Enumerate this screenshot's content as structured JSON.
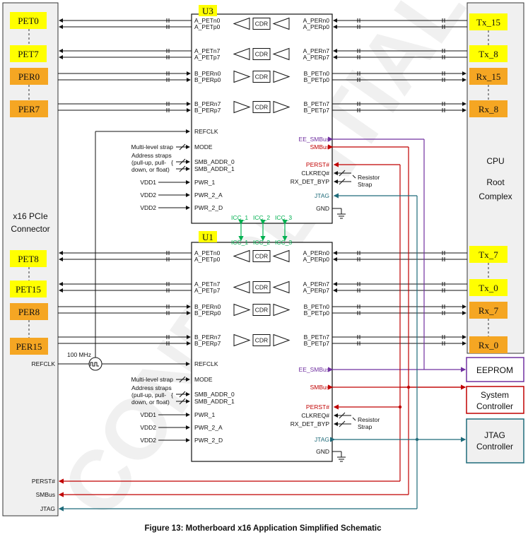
{
  "caption": "Figure 13: Motherboard x16 Application Simplified Schematic",
  "watermark": "CONFIDENTIAL",
  "colors": {
    "yellow": "#ffff00",
    "orange": "#f5a623",
    "purple": "#7030a0",
    "red": "#c00000",
    "teal": "#1f6b7a",
    "green": "#00b050",
    "gray_panel": "#f0f0f0"
  },
  "left_connector": {
    "title_line1": "x16 PCIe",
    "title_line2": "Connector",
    "top_labels": [
      "PET0",
      "PET7",
      "PER0",
      "PER7"
    ],
    "bottom_labels": [
      "PET8",
      "PET15",
      "PER8",
      "PER15"
    ],
    "refclk": "REFCLK",
    "perst": "PERST#",
    "smbus": "SMBus",
    "jtag": "JTAG"
  },
  "cpu": {
    "line1": "CPU",
    "line2": "Root",
    "line3": "Complex",
    "top_labels": [
      "Tx_15",
      "Tx_8",
      "Rx_15",
      "Rx_8"
    ],
    "bottom_labels": [
      "Tx_7",
      "Tx_0",
      "Rx_7",
      "Rx_0"
    ]
  },
  "clock": {
    "freq": "100 MHz"
  },
  "chips": [
    {
      "name": "U3",
      "a_left": [
        "A_PETn0",
        "A_PETp0",
        "A_PETn7",
        "A_PETp7"
      ],
      "a_right": [
        "A_PERn0",
        "A_PERp0",
        "A_PERn7",
        "A_PERp7"
      ],
      "b_left": [
        "B_PERn0",
        "B_PERp0",
        "B_PERn7",
        "B_PERp7"
      ],
      "b_right": [
        "B_PETn0",
        "B_PETp0",
        "B_PETn7",
        "B_PETp7"
      ],
      "cdr": "CDR",
      "pins_left": [
        "REFCLK",
        "MODE",
        "SMB_ADDR_0",
        "SMB_ADDR_1",
        "PWR_1",
        "PWR_2_A",
        "PWR_2_D"
      ],
      "pins_right": [
        "EE_SMBus",
        "SMBus",
        "PERST#",
        "CLKREQ#",
        "RX_DET_BYP",
        "JTAG",
        "GND"
      ]
    },
    {
      "name": "U1",
      "a_left": [
        "A_PETn0",
        "A_PETp0",
        "A_PETn7",
        "A_PETp7"
      ],
      "a_right": [
        "A_PERn0",
        "A_PERp0",
        "A_PERn7",
        "A_PERp7"
      ],
      "b_left": [
        "B_PERn0",
        "B_PERp0",
        "B_PERn7",
        "B_PERp7"
      ],
      "b_right": [
        "B_PETn0",
        "B_PETp0",
        "B_PETn7",
        "B_PETp7"
      ],
      "cdr": "CDR",
      "pins_left": [
        "REFCLK",
        "MODE",
        "SMB_ADDR_0",
        "SMB_ADDR_1",
        "PWR_1",
        "PWR_2_A",
        "PWR_2_D"
      ],
      "pins_right": [
        "EE_SMBus",
        "SMBus",
        "PERST#",
        "CLKREQ#",
        "RX_DET_BYP",
        "JTAG",
        "GND"
      ]
    }
  ],
  "side_notes": {
    "multi_level_strap": "Multi-level strap",
    "address_straps": [
      "Address straps",
      "(pull-up, pull-",
      "down, or float)"
    ],
    "vdd": [
      "VDD1",
      "VDD2",
      "VDD2"
    ],
    "resistor_strap": [
      "Resistor",
      "Strap"
    ]
  },
  "icc": {
    "top": [
      "ICC_1",
      "ICC_2",
      "ICC_3"
    ],
    "bottom": [
      "ICC_1",
      "ICC_2",
      "ICC_3"
    ]
  },
  "peripherals": {
    "eeprom": "EEPROM",
    "system_controller": [
      "System",
      "Controller"
    ],
    "jtag_controller": [
      "JTAG",
      "Controller"
    ]
  }
}
